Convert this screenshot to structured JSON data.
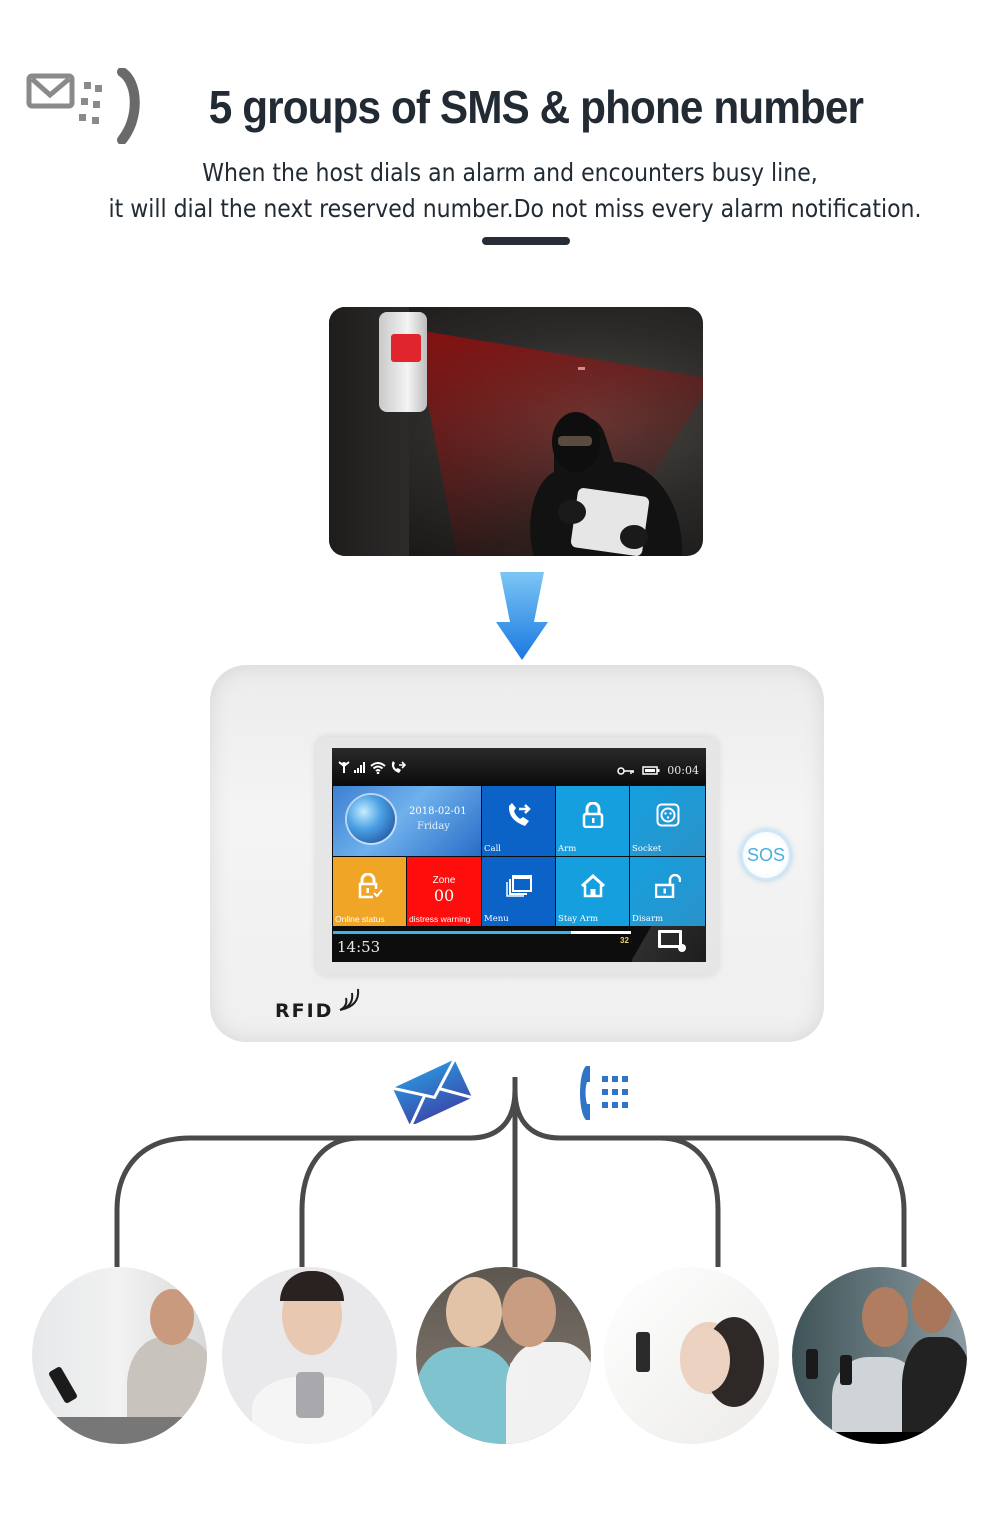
{
  "header": {
    "icon": "sms-phone-icon",
    "title": "5 groups of SMS & phone number",
    "subtitle_line1": "When the host dials an alarm and encounters busy line,",
    "subtitle_line2": "it will dial the next reserved number.Do not miss every alarm notification."
  },
  "scene": {
    "description": "motion-sensor-detecting-intruder"
  },
  "panel": {
    "brand_label": "RFID",
    "sos_label": "SOS",
    "screen": {
      "status_bar": {
        "left_icons": [
          "antenna-icon",
          "signal-bars-icon",
          "wifi-icon",
          "phone-forward-icon"
        ],
        "right_icons": [
          "key-icon",
          "battery-icon"
        ],
        "time": "00:04"
      },
      "date_tile": {
        "date": "2018-02-01",
        "weekday": "Friday"
      },
      "tiles": [
        {
          "id": "call",
          "label": "Call",
          "icon": "phone-forward-icon",
          "color": "#0b63c8"
        },
        {
          "id": "arm",
          "label": "Arm",
          "icon": "lock-icon",
          "color": "#159fdf"
        },
        {
          "id": "socket",
          "label": "Socket",
          "icon": "socket-icon",
          "color": "#1f9ad6"
        },
        {
          "id": "online",
          "label": "Online status",
          "icon": "lock-check-icon",
          "color": "#f0a526"
        },
        {
          "id": "zone",
          "label": "distress warning",
          "zone_title": "Zone",
          "zone_number": "00",
          "color": "#ff0c0c"
        },
        {
          "id": "menu",
          "label": "Menu",
          "icon": "windows-icon",
          "color": "#0b63c8"
        },
        {
          "id": "stay",
          "label": "Stay  Arm",
          "icon": "home-icon",
          "color": "#159fdf"
        },
        {
          "id": "disarm",
          "label": "Disarm",
          "icon": "unlock-icon",
          "color": "#1f9ad6"
        }
      ],
      "bottom_bar": {
        "clock": "14:53",
        "count": "32",
        "progress_pct": 80
      }
    }
  },
  "notifications": {
    "sms_icon": "envelope-icon",
    "call_icon": "phone-keypad-icon",
    "line_color": "#4a4a4a",
    "accent_color": "#2f74c7"
  },
  "contacts": [
    {
      "id": 1,
      "description": "man-looking-at-phone"
    },
    {
      "id": 2,
      "description": "surprised-woman-with-phone"
    },
    {
      "id": 3,
      "description": "older-couple-with-phone"
    },
    {
      "id": 4,
      "description": "woman-in-bed-with-phone"
    },
    {
      "id": 5,
      "description": "two-men-with-phones"
    }
  ]
}
